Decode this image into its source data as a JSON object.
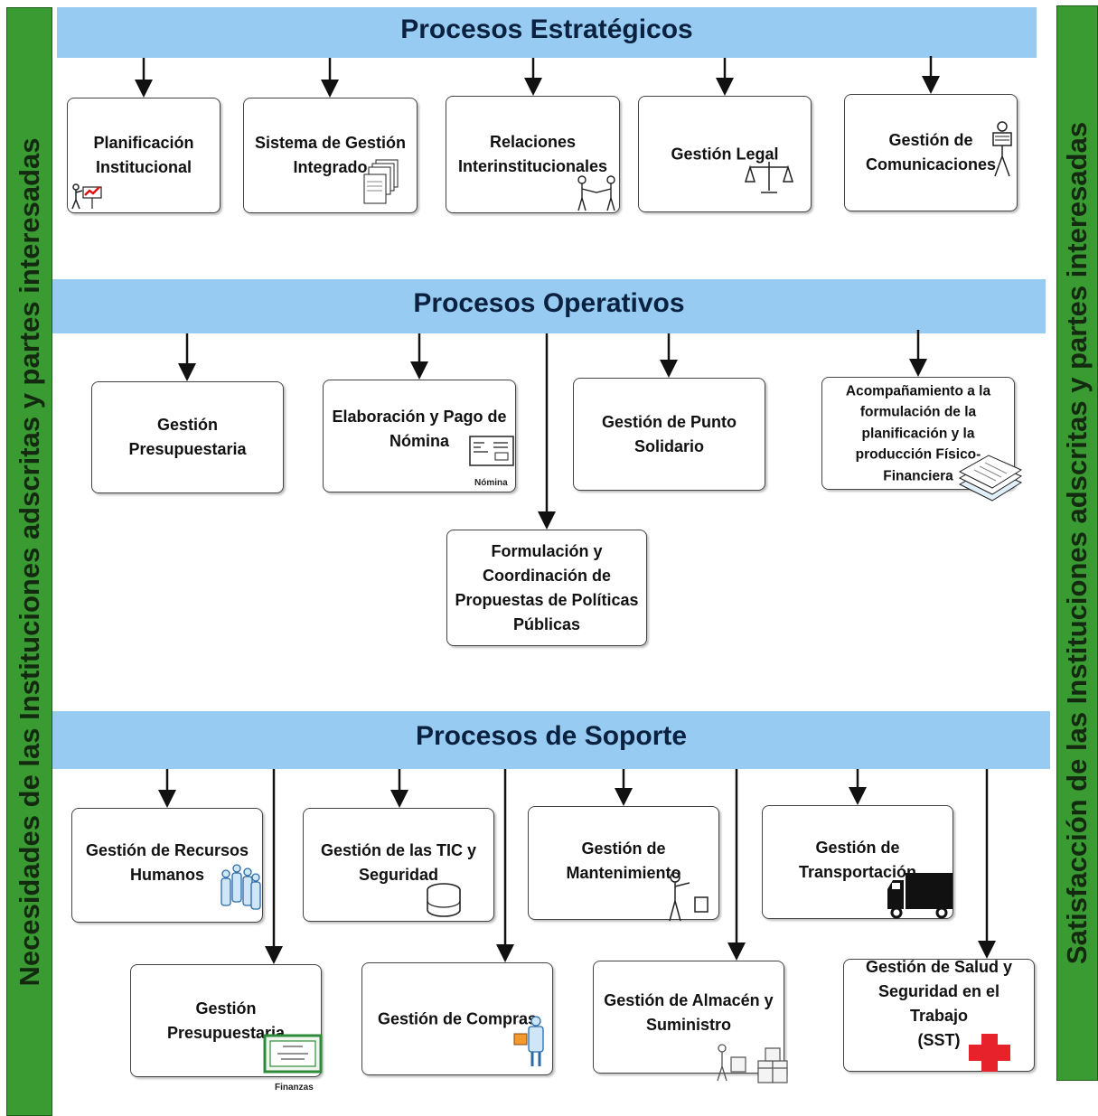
{
  "left_bar": {
    "label": "Necesidades de las Instituciones adscritas y partes interesadas"
  },
  "right_bar": {
    "label": "Satisfacción de las Instituciones adscritas y partes interesadas"
  },
  "strategic": {
    "title": "Procesos Estratégicos",
    "boxes": [
      {
        "label": "Planificación\nInstitucional",
        "icon": "presenter-chart-icon"
      },
      {
        "label": "Sistema de Gestión\nIntegrado",
        "icon": "documents-stack-icon"
      },
      {
        "label": "Relaciones\nInterinstitucionales",
        "icon": "handshake-people-icon"
      },
      {
        "label": "Gestión Legal",
        "icon": "scales-icon"
      },
      {
        "label": "Gestión de\nComunicaciones",
        "icon": "speaker-person-icon"
      }
    ]
  },
  "operative": {
    "title": "Procesos Operativos",
    "boxes": [
      {
        "label": "Gestión Presupuestaria"
      },
      {
        "label": "Elaboración y Pago de\nNómina",
        "icon": "payroll-document-icon",
        "caption": "Nómina"
      },
      {
        "label": "Gestión de Punto\nSolidario"
      },
      {
        "label": "Acompañamiento a la\nformulación de la\nplanificación y la\nproducción Físico-\nFinanciera",
        "icon": "paper-stack-icon"
      },
      {
        "label": "Formulación y\nCoordinación de\nPropuestas  de Políticas\nPúblicas"
      }
    ]
  },
  "support": {
    "title": "Procesos de Soporte",
    "boxes": [
      {
        "label": "Gestión de Recursos\nHumanos",
        "icon": "people-group-icon"
      },
      {
        "label": "Gestión de las TIC y\nSeguridad",
        "icon": "database-icon"
      },
      {
        "label": "Gestión de\nMantenimiento",
        "icon": "worker-icon"
      },
      {
        "label": "Gestión de\nTransportación",
        "icon": "truck-icon"
      },
      {
        "label": "Gestión Presupuestaria",
        "icon": "certificate-icon",
        "caption": "Finanzas"
      },
      {
        "label": "Gestión de Compras",
        "icon": "shopper-icon"
      },
      {
        "label": "Gestión de Almacén y\nSuministro",
        "icon": "warehouse-boxes-icon"
      },
      {
        "label": "Gestión de Salud y\nSeguridad en el Trabajo\n(SST)",
        "icon": "red-cross-icon"
      }
    ]
  },
  "colors": {
    "band": "#97cbf2",
    "sidebar": "#3a9b33",
    "cross": "#e8222b",
    "certificate": "#2e8b3a"
  }
}
